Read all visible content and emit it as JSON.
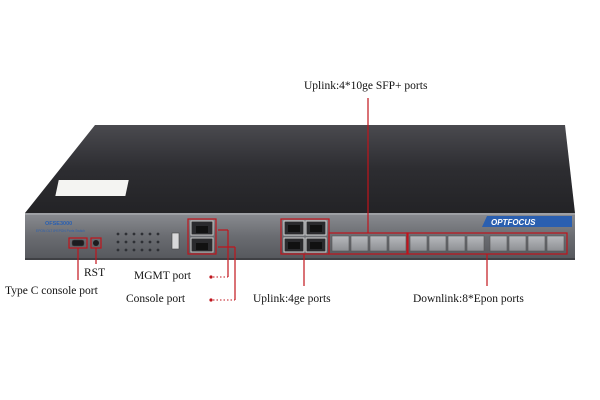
{
  "brand": {
    "logo_text": "OPTFOCUS",
    "model": "OFSE3000",
    "subtitle": "EPON OLT 8*EPON Ports Switch"
  },
  "callouts": {
    "uplink_sfp": "Uplink:4*10ge SFP+ ports",
    "rst": "RST",
    "type_c": "Type C console port",
    "mgmt": "MGMT port",
    "console": "Console port",
    "uplink_ge": "Uplink:4ge ports",
    "downlink": "Downlink:8*Epon ports"
  },
  "colors": {
    "annotation": "#c0141c",
    "chassis_top": "#2f2f33",
    "front_panel": "#6c6e73",
    "logo_banner": "#2a5fb0"
  }
}
